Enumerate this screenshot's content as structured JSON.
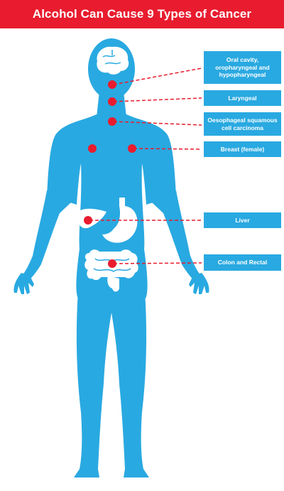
{
  "title": "Alcohol Can Cause 9 Types of Cancer",
  "colors": {
    "header_background": "#e81c2e",
    "body_silhouette": "#29a9e1",
    "label_background": "#29a9e1",
    "marker": "#e81c2e",
    "organs": "#ffffff"
  },
  "labels": [
    {
      "text": "Oral cavity, oropharyngeal and hypopharyngeal"
    },
    {
      "text": "Laryngeal"
    },
    {
      "text": "Oesophageal squamous cell carcinoma"
    },
    {
      "text": "Breast (female)"
    },
    {
      "text": "Liver"
    },
    {
      "text": "Colon and Rectal"
    }
  ],
  "icons": [
    "brain-icon",
    "liver-icon",
    "stomach-icon",
    "intestines-icon"
  ]
}
